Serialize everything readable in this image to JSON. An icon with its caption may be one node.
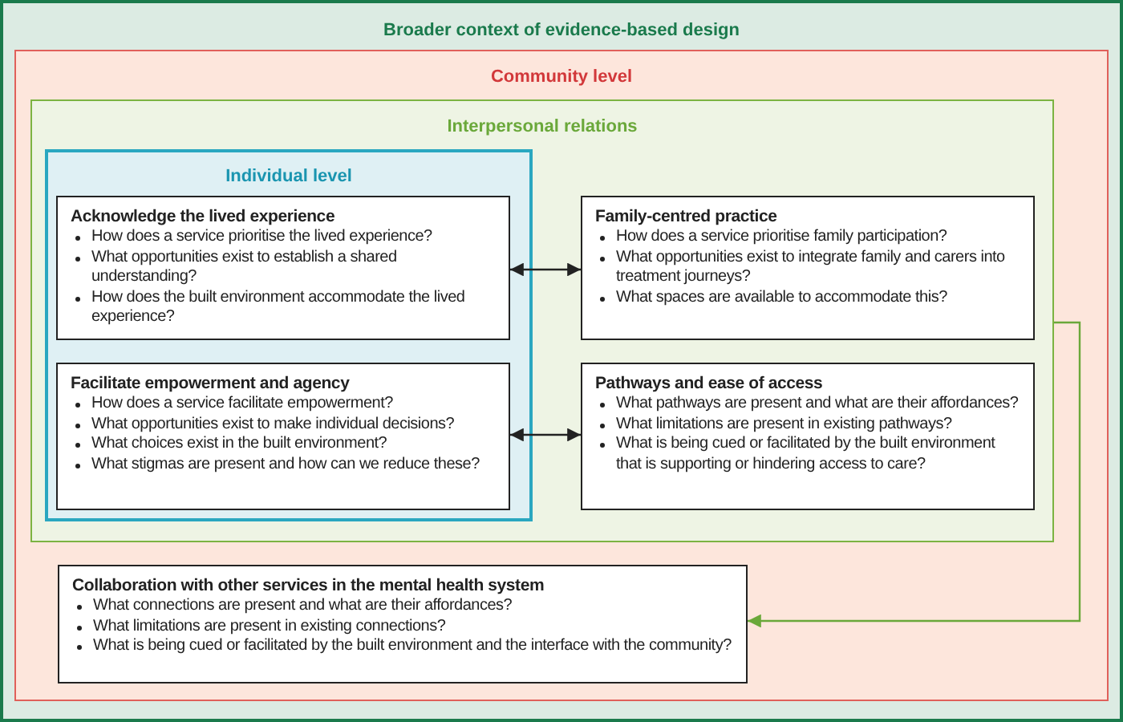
{
  "diagram": {
    "nodes": [
      {
        "text": [
          "Broader context of evidence-based design"
        ]
      },
      {
        "text": [
          "Community level"
        ],
        "in": 0
      },
      {
        "text": [
          "Interpersonal relations"
        ],
        "in": 1
      },
      {
        "text": [
          "Individual level"
        ],
        "in": 2
      },
      {
        "text": [
          "Acknowledge the lived experience",
          "How does a service prioritise the lived experience?",
          "What opportunities exist to establish a shared understanding?",
          "How does the built environment accommodate the lived experience?"
        ],
        "in": 3
      },
      {
        "text": [
          "Facilitate empowerment and agency",
          "How does a service facilitate empowerment?",
          "What opportunities exist to make individual decisions?",
          "What choices exist in the built environment?",
          "What stigmas are present and how can we reduce these?"
        ],
        "in": 3
      },
      {
        "text": [
          "Family-centred practice",
          "How does a service prioritise family participation?",
          "What opportunities exist to integrate family and carers into treatment journeys?",
          "What spaces are available to accommodate this?"
        ],
        "in": 2
      },
      {
        "text": [
          "Pathways and ease of access",
          "What pathways are present and what are their affordances?",
          "What limitations are present in existing pathways?",
          "What is being cued or facilitated by the built environment that is supporting or hindering access to care?"
        ],
        "in": 2
      },
      {
        "text": [
          "Collaboration with other services in the mental health system",
          "What connections are present and what are their affordances?",
          "What limitations are present in existing connections?",
          "What is being cued or facilitated by the built environment and the interface with the community?"
        ],
        "in": 1
      }
    ],
    "edges": [
      {
        "from": 4,
        "to": 6,
        "arrow": "both"
      },
      {
        "from": 5,
        "to": 7,
        "arrow": "both"
      },
      {
        "from": 2,
        "to": 8,
        "arrow": "to",
        "color": "#6aa83a"
      }
    ]
  }
}
